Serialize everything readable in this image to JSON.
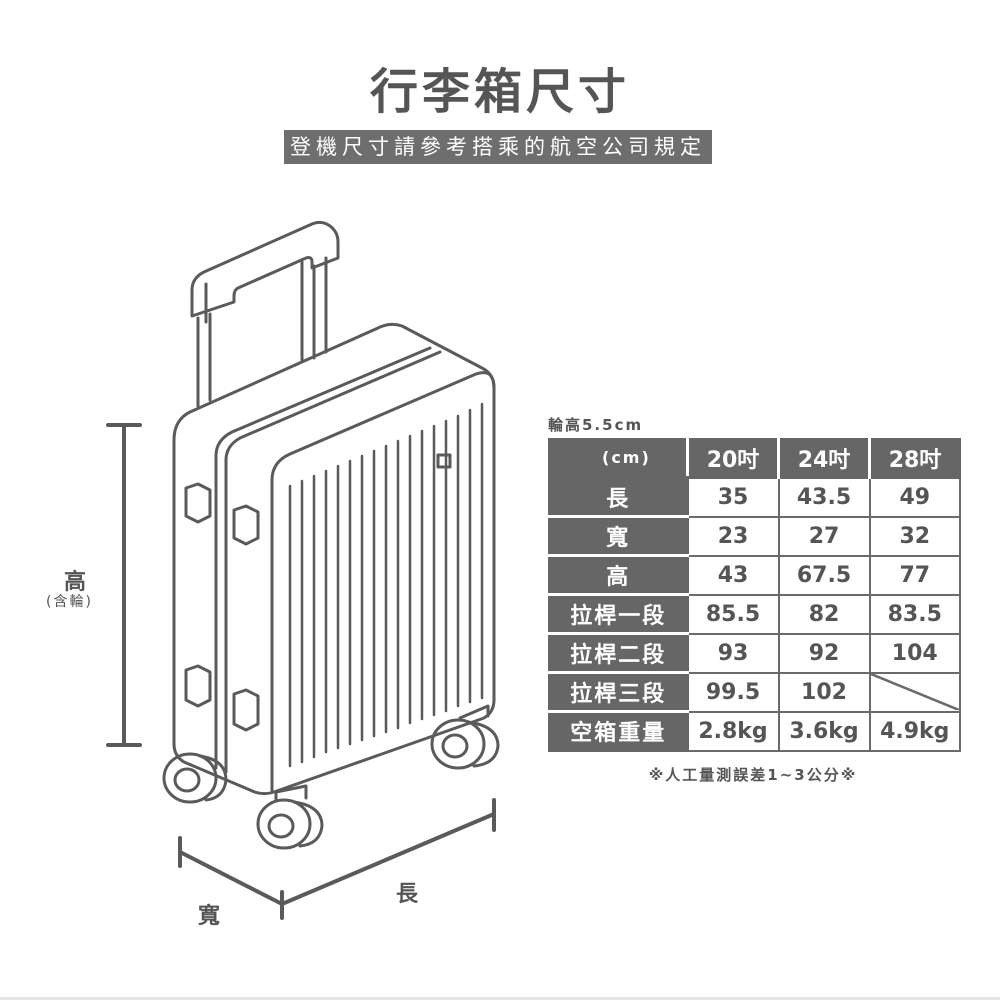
{
  "title": "行李箱尺寸",
  "subtitle": "登機尺寸請參考搭乘的航空公司規定",
  "diagram": {
    "height_label": "高",
    "height_sub": "(含輪)",
    "width_label": "寬",
    "length_label": "長"
  },
  "table": {
    "note": "輪高5.5cm",
    "unit": "(cm)",
    "columns": [
      "20吋",
      "24吋",
      "28吋"
    ],
    "rows": [
      {
        "label": "長",
        "values": [
          "35",
          "43.5",
          "49"
        ]
      },
      {
        "label": "寬",
        "values": [
          "23",
          "27",
          "32"
        ]
      },
      {
        "label": "高",
        "values": [
          "43",
          "67.5",
          "77"
        ]
      },
      {
        "label": "拉桿一段",
        "values": [
          "85.5",
          "82",
          "83.5"
        ]
      },
      {
        "label": "拉桿二段",
        "values": [
          "93",
          "92",
          "104"
        ]
      },
      {
        "label": "拉桿三段",
        "values": [
          "99.5",
          "102",
          ""
        ]
      },
      {
        "label": "空箱重量",
        "values": [
          "2.8kg",
          "3.6kg",
          "4.9kg"
        ]
      }
    ],
    "footnote": "※人工量測誤差1~3公分※"
  },
  "colors": {
    "ink": "#555555",
    "header_bg": "#666666",
    "subtitle_bg": "#6e6e6e"
  }
}
